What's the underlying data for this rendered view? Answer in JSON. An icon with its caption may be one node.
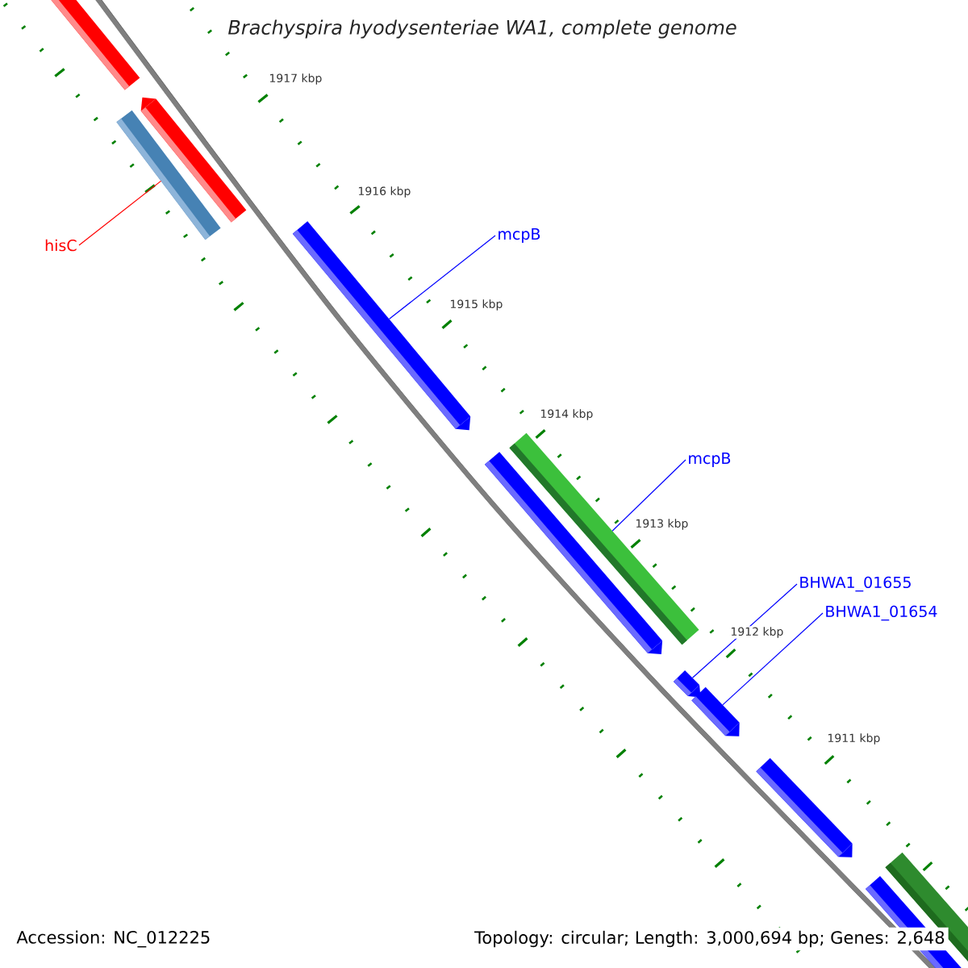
{
  "diagram": {
    "title": "Brachyspira hyodysenteriae WA1, complete genome",
    "nodes": [
      {
        "text": [],
        "shape": "bar"
      },
      {
        "text": [],
        "shape": "bar"
      },
      {
        "text": [],
        "shape": "bar"
      },
      {
        "text": [],
        "shape": "bar"
      },
      {
        "text": [],
        "shape": "bar"
      },
      {
        "text": [],
        "shape": "bar"
      },
      {
        "text": [],
        "shape": "bar"
      },
      {
        "text": [],
        "shape": "bar"
      },
      {
        "text": [],
        "shape": "bar"
      },
      {
        "text": [],
        "shape": "bar"
      },
      {
        "text": [],
        "shape": "bar"
      },
      {
        "text": [
          "hisC"
        ]
      },
      {
        "text": [
          "mcpB"
        ]
      },
      {
        "text": [
          "mcpB"
        ]
      },
      {
        "text": [
          "BHWA1_01655"
        ]
      },
      {
        "text": [
          "BHWA1_01654"
        ]
      }
    ],
    "edges": [
      {
        "from": 11,
        "to": 2,
        "arrow": "none",
        "color": "#ff0000"
      },
      {
        "from": 12,
        "to": 3,
        "arrow": "none"
      },
      {
        "from": 13,
        "to": 5,
        "arrow": "none"
      },
      {
        "from": 14,
        "to": 6,
        "arrow": "none"
      },
      {
        "from": 15,
        "to": 7,
        "arrow": "none"
      }
    ],
    "labels": [
      "1917 kbp",
      "1916 kbp",
      "1915 kbp",
      "1914 kbp",
      "1913 kbp",
      "1912 kbp",
      "1911 kbp",
      "Accession: NC_012225",
      "Topology: circular; Length: 3,000,694 bp; Genes: 2,648"
    ]
  }
}
